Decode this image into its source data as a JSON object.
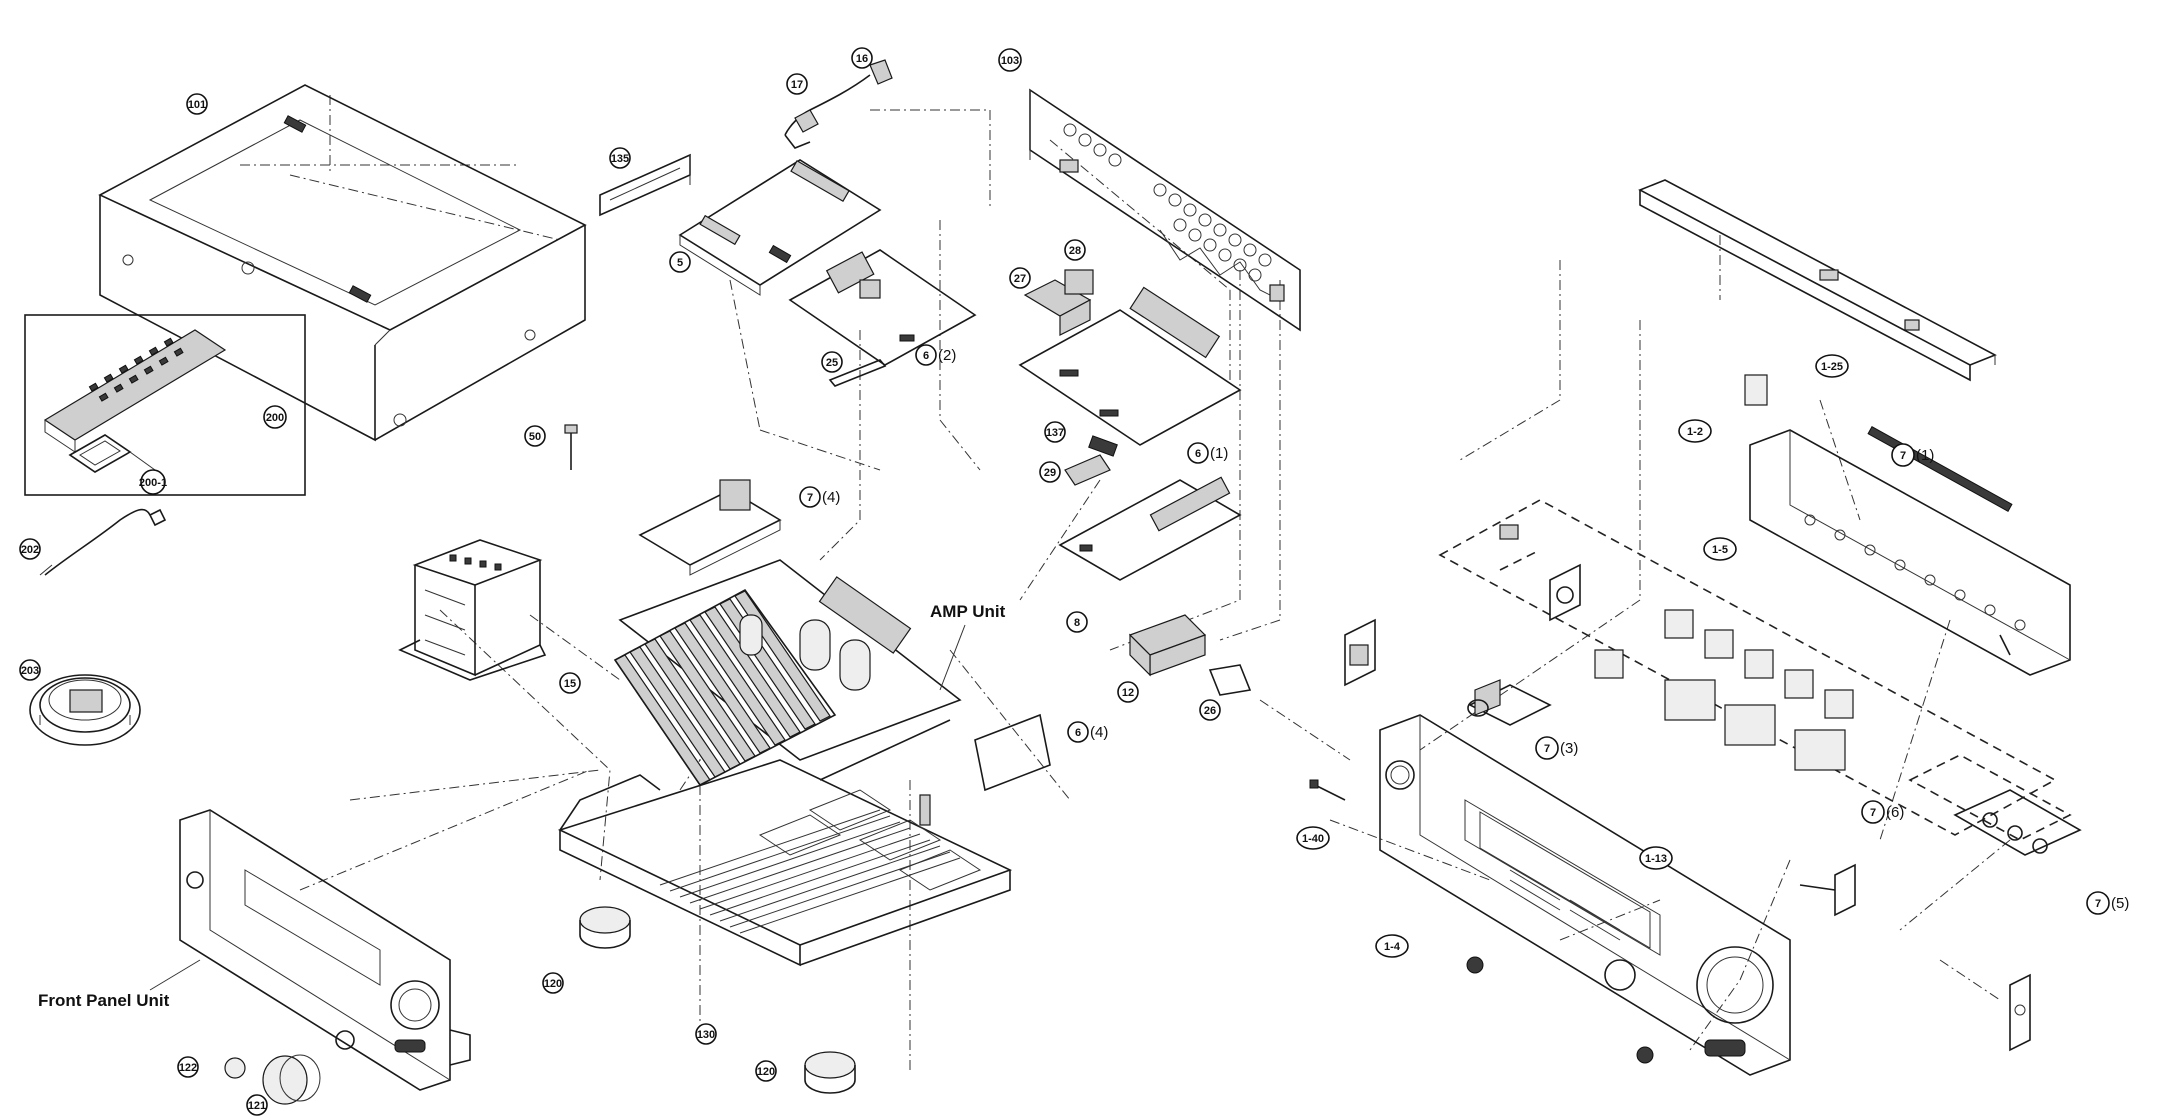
{
  "labels": {
    "amp_unit": "AMP Unit",
    "front_panel_unit": "Front Panel Unit"
  },
  "callouts": [
    "101",
    "135",
    "17",
    "16",
    "103",
    "5",
    "28",
    "27",
    "25",
    "6",
    "(2)",
    "6",
    "(1)",
    "50",
    "137",
    "29",
    "7",
    "(4)",
    "8",
    "200",
    "200-1",
    "202",
    "203",
    "15",
    "12",
    "26",
    "6",
    "(4)",
    "120",
    "130",
    "120",
    "122",
    "121",
    "1-25",
    "1-2",
    "7",
    "(1)",
    "1-5",
    "7",
    "(3)",
    "1-40",
    "1-13",
    "7",
    "(6)",
    "1-4",
    "7",
    "(5)"
  ]
}
